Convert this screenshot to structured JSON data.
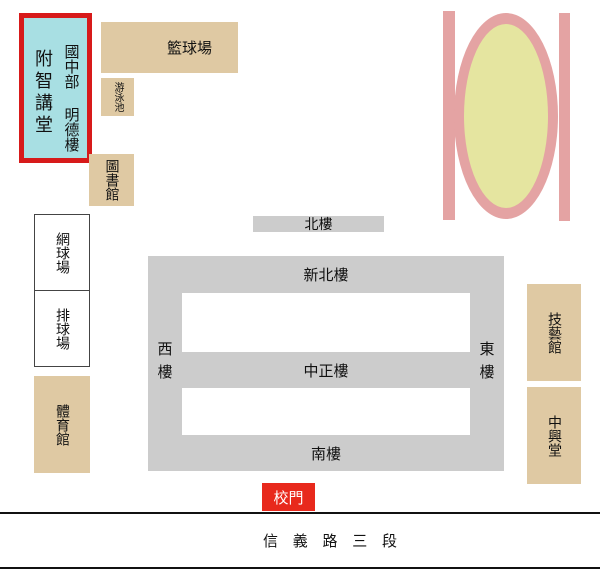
{
  "map": {
    "buildings": {
      "auditorium": {
        "label": "附智講堂",
        "highlighted": true
      },
      "mingde": {
        "label": "國中部 明德樓"
      },
      "basketball": {
        "label": "籃球場"
      },
      "pool": {
        "label": "游泳池"
      },
      "library": {
        "label": "圖書館"
      },
      "tennis": {
        "label": "網球場"
      },
      "volleyball": {
        "label": "排球場"
      },
      "gym": {
        "label": "體育館"
      },
      "north": {
        "label": "北樓"
      },
      "xinbei": {
        "label": "新北樓"
      },
      "zhongzheng": {
        "label": "中正樓"
      },
      "south": {
        "label": "南樓"
      },
      "west": {
        "label": "西樓"
      },
      "east": {
        "label": "東樓"
      },
      "jiyi": {
        "label": "技藝館"
      },
      "zhongxing": {
        "label": "中興堂"
      },
      "gate": {
        "label": "校門"
      }
    },
    "road": {
      "label": "信 義 路 三 段"
    },
    "colors": {
      "highlight_border": "#d71a1a",
      "highlight_fill": "#a8dfe3",
      "building": "#dfc9a3",
      "main_block": "#cccccc",
      "track": "#e4a3a3",
      "field": "#e5e5a0",
      "gate": "#e8291c"
    }
  }
}
